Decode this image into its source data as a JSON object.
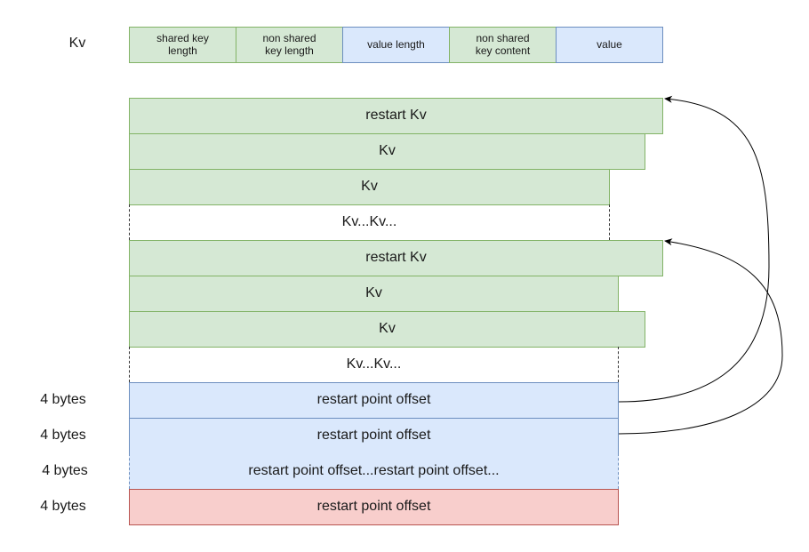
{
  "kv_label": "Kv",
  "kv_fields": [
    "shared key\nlength",
    "non shared\nkey length",
    "value length",
    "non shared\nkey content",
    "value"
  ],
  "rows": [
    "restart Kv",
    "Kv",
    "Kv",
    "Kv...Kv...",
    "restart Kv",
    "Kv",
    "Kv",
    "Kv...Kv...",
    "restart point offset",
    "restart point offset",
    "restart point offset...restart point offset...",
    "restart point offset"
  ],
  "size_labels": [
    "4 bytes",
    "4 bytes",
    "4 bytes",
    "4 bytes"
  ],
  "colors": {
    "green_fill": "#d5e8d4",
    "green_stroke": "#82b366",
    "blue_fill": "#dae8fc",
    "blue_stroke": "#6c8ebf",
    "red_fill": "#f8cecc",
    "red_stroke": "#b85450"
  }
}
